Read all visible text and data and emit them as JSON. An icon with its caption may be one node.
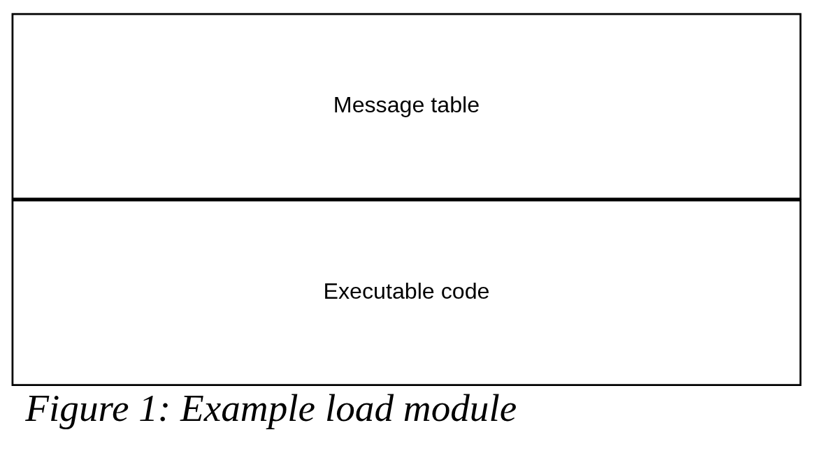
{
  "diagram": {
    "caption": "Figure 1: Example load module",
    "nodes": [
      {
        "text": [
          "Executable code"
        ]
      },
      {
        "text": [
          "Message table"
        ]
      }
    ]
  }
}
